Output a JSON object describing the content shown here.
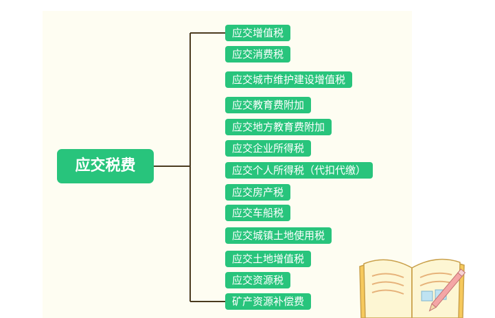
{
  "diagram": {
    "root": {
      "label": "应交税费"
    },
    "branches": [
      {
        "label": "应交增值税"
      },
      {
        "label": "应交消费税"
      },
      {
        "label": "应交城市维护建设增值税"
      },
      {
        "label": "应交教育费附加"
      },
      {
        "label": "应交地方教育费附加"
      },
      {
        "label": "应交企业所得税"
      },
      {
        "label": "应交个人所得税（代扣代缴）"
      },
      {
        "label": "应交房产税"
      },
      {
        "label": "应交车船税"
      },
      {
        "label": "应交城镇土地使用税"
      },
      {
        "label": "应交土地增值税"
      },
      {
        "label": "应交资源税"
      },
      {
        "label": "矿产资源补偿费"
      }
    ]
  },
  "colors": {
    "node_fill": "#28c47c",
    "node_text": "#ffffff",
    "connector": "#4a3a1e",
    "panel_background": "#fefdf2"
  },
  "decoration": {
    "icon": "open-book-pencil-icon"
  }
}
